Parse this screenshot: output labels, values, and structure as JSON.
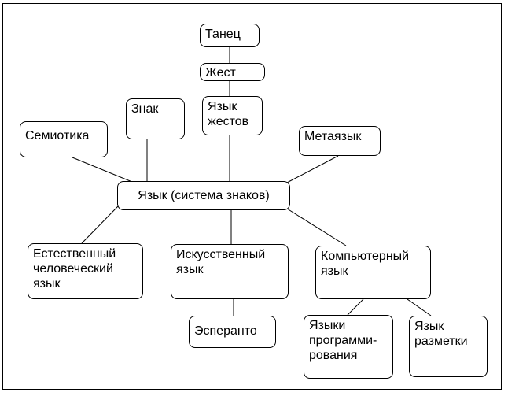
{
  "nodes": {
    "tanets": "Танец",
    "zhest": "Жест",
    "yazyk_zhestov": "Язык\nжестов",
    "znak": "Знак",
    "semiotika": "Семиотика",
    "metayazyk": "Метаязык",
    "yazyk": "Язык (система знаков)",
    "estestvenny": "Естественный\nчеловеческий\nязык",
    "iskusstvenny": "Искусственный\nязык",
    "kompyuterny": "Компьютерный\nязык",
    "esperanto": "Эсперанто",
    "yazyki_programmirovaniya": "Языки\nпрограмми-\nрования",
    "yazyk_razmetki": "Язык\nразметки"
  },
  "edges": [
    [
      "tanets",
      "zhest"
    ],
    [
      "zhest",
      "yazyk_zhestov"
    ],
    [
      "yazyk_zhestov",
      "yazyk"
    ],
    [
      "znak",
      "yazyk"
    ],
    [
      "semiotika",
      "yazyk"
    ],
    [
      "metayazyk",
      "yazyk"
    ],
    [
      "yazyk",
      "estestvenny"
    ],
    [
      "yazyk",
      "iskusstvenny"
    ],
    [
      "yazyk",
      "kompyuterny"
    ],
    [
      "iskusstvenny",
      "esperanto"
    ],
    [
      "kompyuterny",
      "yazyki_programmirovaniya"
    ],
    [
      "kompyuterny",
      "yazyk_razmetki"
    ]
  ]
}
